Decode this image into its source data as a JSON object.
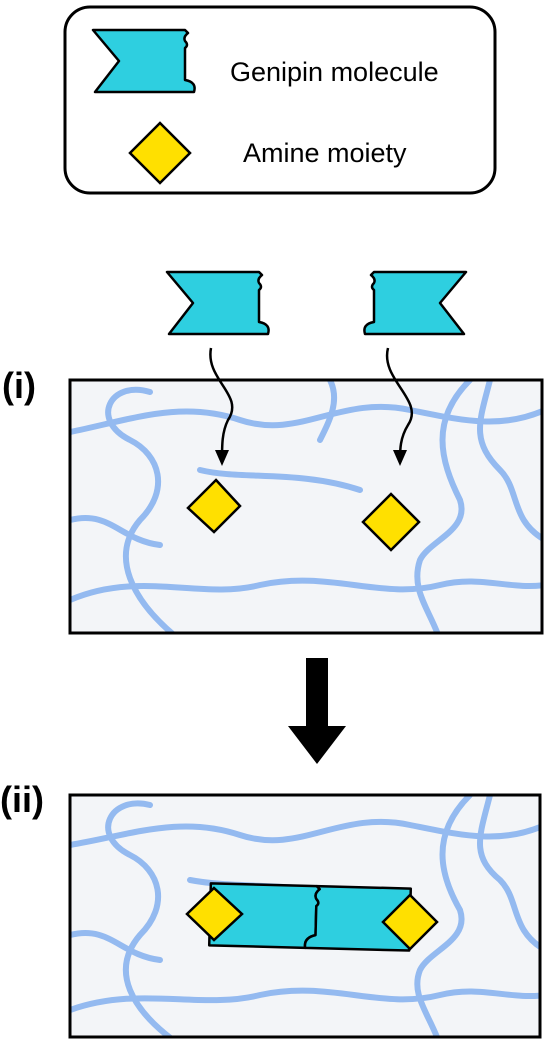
{
  "legend": {
    "genipin_label": "Genipin molecule",
    "amine_label": "Amine moiety"
  },
  "panels": {
    "i_label": "(i)",
    "ii_label": "(ii)"
  },
  "colors": {
    "genipin_fill": "#2ecfe0",
    "amine_fill": "#ffe000",
    "polymer_chain": "#8ab4f0",
    "panel_bg": "#f3f5f8",
    "outline": "#000000"
  }
}
